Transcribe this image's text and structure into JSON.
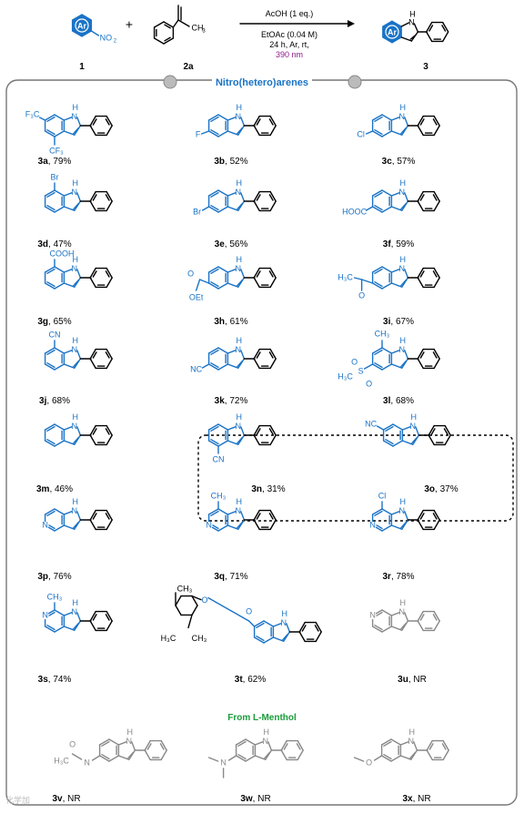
{
  "scheme": {
    "reactant1_label": "1",
    "reactant2_label": "2a",
    "product_label": "3",
    "ar_text": "Ar",
    "nitro_text": "NO",
    "nitro_sub": "2",
    "plus": "+",
    "methyl": "CH",
    "methyl_sub": "3",
    "nh": "H",
    "n": "N",
    "cond_line1": "AcOH  (1 eq.)",
    "cond_line2": "EtOAc (0.04 M)",
    "cond_line3": "24 h,  Ar, rt,",
    "cond_line4": "390 nm"
  },
  "section_header": "Nitro(hetero)arenes",
  "compounds": [
    {
      "id": "3a",
      "yield": ", 79%"
    },
    {
      "id": "3b",
      "yield": ", 52%"
    },
    {
      "id": "3c",
      "yield": ", 57%"
    },
    {
      "id": "3d",
      "yield": ", 47%"
    },
    {
      "id": "3e",
      "yield": ", 56%"
    },
    {
      "id": "3f",
      "yield": ", 59%"
    },
    {
      "id": "3g",
      "yield": ", 65%"
    },
    {
      "id": "3h",
      "yield": ", 61%"
    },
    {
      "id": "3i",
      "yield": ", 67%"
    },
    {
      "id": "3j",
      "yield": ", 68%"
    },
    {
      "id": "3k",
      "yield": ", 72%"
    },
    {
      "id": "3l",
      "yield": ", 68%"
    },
    {
      "id": "3m",
      "yield": ", 46%"
    },
    {
      "id": "3n",
      "yield": ", 31%"
    },
    {
      "id": "3o",
      "yield": ", 37%"
    },
    {
      "id": "3p",
      "yield": ", 76%"
    },
    {
      "id": "3q",
      "yield": ", 71%"
    },
    {
      "id": "3r",
      "yield": ", 78%"
    },
    {
      "id": "3s",
      "yield": ", 74%"
    },
    {
      "id": "3t",
      "yield": ", 62%"
    },
    {
      "id": "3u",
      "yield": ", NR"
    },
    {
      "id": "3v",
      "yield": ", NR"
    },
    {
      "id": "3w",
      "yield": ", NR"
    },
    {
      "id": "3x",
      "yield": ", NR"
    }
  ],
  "substituents": {
    "cf3": "F₃C",
    "cf3b": "CF₃",
    "f": "F",
    "cl": "Cl",
    "br": "Br",
    "hooc": "HOOC",
    "cooh": "COOH",
    "oet": "OEt",
    "o": "O",
    "h3c": "H₃C",
    "cn": "CN",
    "nc": "NC",
    "s": "S",
    "ch3": "CH₃",
    "n": "N"
  },
  "menthol_note": "From L-Menthol",
  "watermark": "化学加",
  "colors": {
    "accent": "#1a73c6",
    "black": "#000000",
    "gray": "#888888",
    "green": "#1a9a3a",
    "purple": "#8b1a8b"
  }
}
